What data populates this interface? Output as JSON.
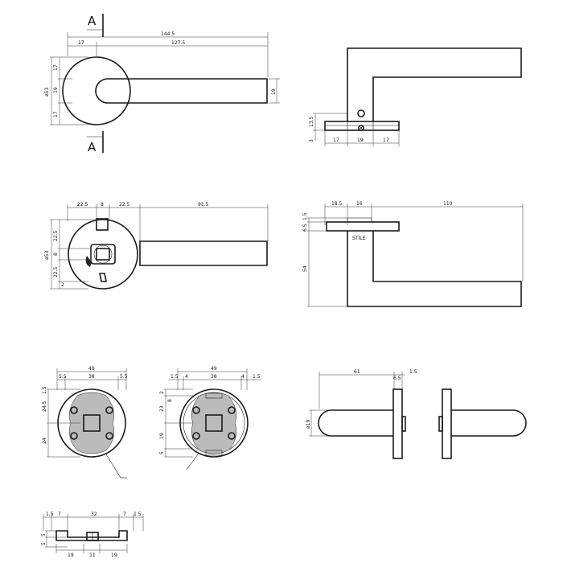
{
  "section_marker": "A",
  "stile_label": "STILE",
  "front": {
    "total_length": "144.5",
    "handle_length": "127.5",
    "offset": "17",
    "rose_dia": "ø53",
    "v_top": "17",
    "v_mid": "19",
    "v_bot": "17",
    "grip": "19"
  },
  "side": {
    "h1": "13.5",
    "h2": "3",
    "w1": "17",
    "w2": "19",
    "w3": "17"
  },
  "front2": {
    "a": "22.5",
    "b": "8",
    "c": "22.5",
    "d": "91.5",
    "rose_dia": "ø53",
    "v1": "22.5",
    "v2": "8",
    "v3": "22.5",
    "v4": "2"
  },
  "top": {
    "a": "18.5",
    "b": "16",
    "c": "110",
    "h1": "1.5",
    "h2": "6.5",
    "h3": "54"
  },
  "plate1": {
    "w": "49",
    "a": "5.5",
    "b": "38",
    "c": "5.5",
    "h1": "1.5",
    "h2": "24.5",
    "h3": "24"
  },
  "plate2": {
    "w": "49",
    "a": "1.5",
    "b": "4",
    "c": "38",
    "d": "4",
    "e": "1.5",
    "h1": "2",
    "h2": "8",
    "h3": "23",
    "h4": "19",
    "h5": "5"
  },
  "plate_side": {
    "a": "1.5",
    "b": "7",
    "c": "32",
    "d": "7",
    "e": "1.5",
    "h1": "5",
    "h2": "5",
    "f": "19",
    "g": "11",
    "h": "19"
  },
  "end_view": {
    "a": "61",
    "b": "6.5",
    "c": "1.5",
    "dia": "ø19"
  }
}
